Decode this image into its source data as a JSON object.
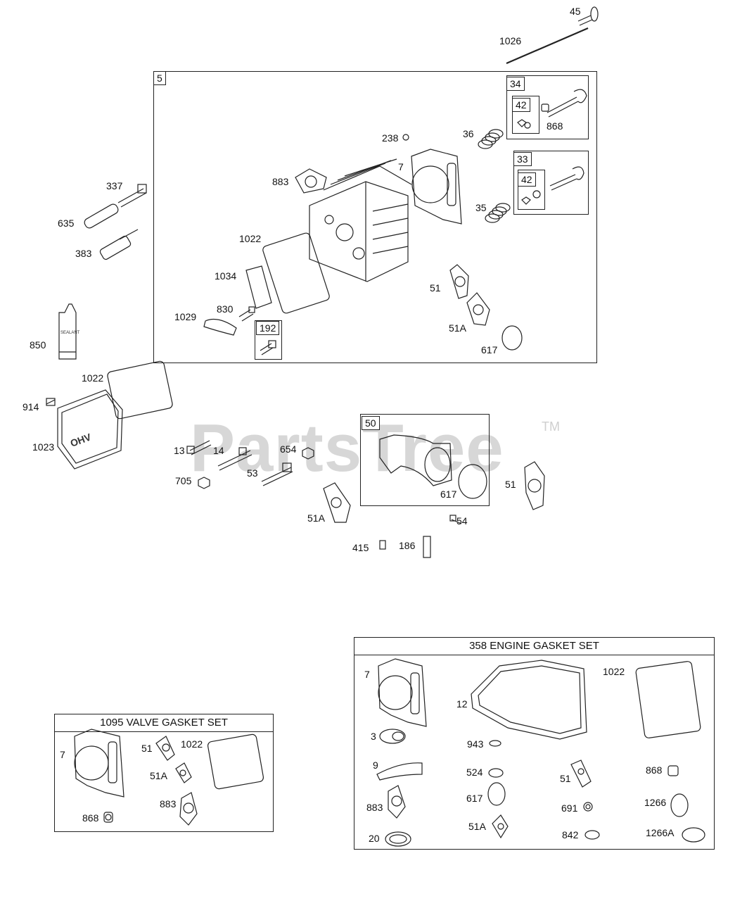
{
  "watermark": {
    "text": "PartsTree",
    "tm": "TM"
  },
  "callouts": {
    "p45": "45",
    "p1026": "1026",
    "p5": "5",
    "p34": "34",
    "p42a": "42",
    "p868a": "868",
    "p33": "33",
    "p42b": "42",
    "p238": "238",
    "p36": "36",
    "p7a": "7",
    "p35": "35",
    "p883a": "883",
    "p337": "337",
    "p635": "635",
    "p383": "383",
    "p1022a": "1022",
    "p1034": "1034",
    "p830": "830",
    "p1029": "1029",
    "p192": "192",
    "p51a": "51",
    "p51Aa": "51A",
    "p617a": "617",
    "p850": "850",
    "p1022b": "1022",
    "p914": "914",
    "p1023": "1023",
    "p13": "13",
    "p14": "14",
    "p654": "654",
    "p705": "705",
    "p53": "53",
    "p50": "50",
    "p617b": "617",
    "p51b": "51",
    "p51Ab": "51A",
    "p54": "54",
    "p415": "415",
    "p186": "186"
  },
  "valve_kit": {
    "title": "1095 VALVE GASKET SET",
    "items": {
      "i7": "7",
      "i51": "51",
      "i1022": "1022",
      "i51A": "51A",
      "i883": "883",
      "i868": "868"
    }
  },
  "engine_kit": {
    "title": "358 ENGINE GASKET SET",
    "items": {
      "i7": "7",
      "i12": "12",
      "i1022": "1022",
      "i3": "3",
      "i943": "943",
      "i9": "9",
      "i524": "524",
      "i51": "51",
      "i868": "868",
      "i617": "617",
      "i883": "883",
      "i691": "691",
      "i1266": "1266",
      "i51A": "51A",
      "i20": "20",
      "i842": "842",
      "i1266A": "1266A"
    }
  },
  "icons": [
    "valve-icon",
    "pushrod-icon",
    "cylinder-head-icon",
    "gasket-icon",
    "spring-icon",
    "spark-plug-icon",
    "sealant-tube-icon",
    "valve-cover-icon",
    "stud-icon",
    "intake-elbow-icon",
    "o-ring-icon",
    "oil-seal-icon",
    "screw-icon"
  ]
}
